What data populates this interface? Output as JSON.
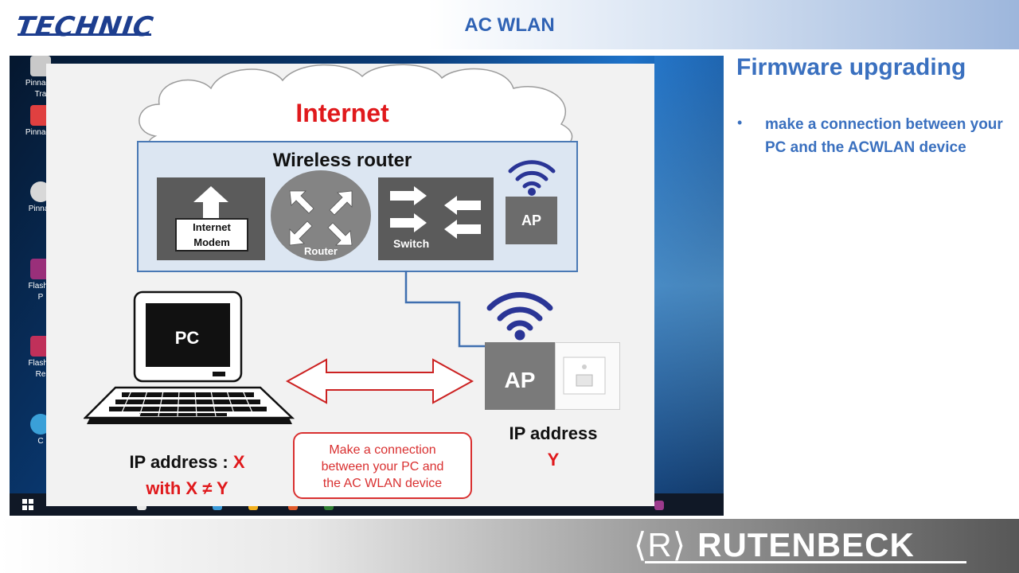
{
  "header": {
    "logo": "TECHNIC",
    "title": "AC WLAN"
  },
  "desktop": {
    "icons": [
      {
        "label": "Pinnacle",
        "sub": "Tra",
        "color": "#c9c9c9",
        "icon": "app-icon"
      },
      {
        "label": "Pinnacle",
        "sub": "",
        "color": "#e04040",
        "icon": "app-icon"
      },
      {
        "label": "Pinnac",
        "sub": "",
        "color": "#d8d8d8",
        "icon": "app-icon"
      },
      {
        "label": "FlashB",
        "sub": "P",
        "color": "#9a2f7a",
        "icon": "app-icon"
      },
      {
        "label": "FlashB",
        "sub": "Re",
        "color": "#c0305a",
        "icon": "app-icon"
      },
      {
        "label": "",
        "sub": "C",
        "color": "#3aa0d8",
        "icon": "app-icon"
      }
    ]
  },
  "diagram": {
    "internet": "Internet",
    "wireless_router": "Wireless router",
    "modem_line1": "Internet",
    "modem_line2": "Modem",
    "router": "Router",
    "switch": "Switch",
    "ap_small": "AP",
    "ap_big": "AP",
    "pc": "PC",
    "ip_pc_prefix": "IP address : ",
    "ip_pc_value": "X",
    "ip_pc_condition": "with X ≠ Y",
    "ip_ap": "IP address",
    "ip_ap_value": "Y",
    "callout_lines": [
      "Make a connection",
      "between your PC and",
      "the AC WLAN device"
    ]
  },
  "panel": {
    "title": "Firmware upgrading",
    "bullet": "•",
    "bullet_text": "make a connection between your PC and the ACWLAN device"
  },
  "footer": {
    "brand_mark": "⟨R⟩",
    "brand": "RUTENBECK"
  },
  "colors": {
    "accent_blue": "#3a70bf",
    "brand_blue": "#1d3e8f",
    "red": "#e0191c",
    "wifi_blue": "#2a3596"
  }
}
